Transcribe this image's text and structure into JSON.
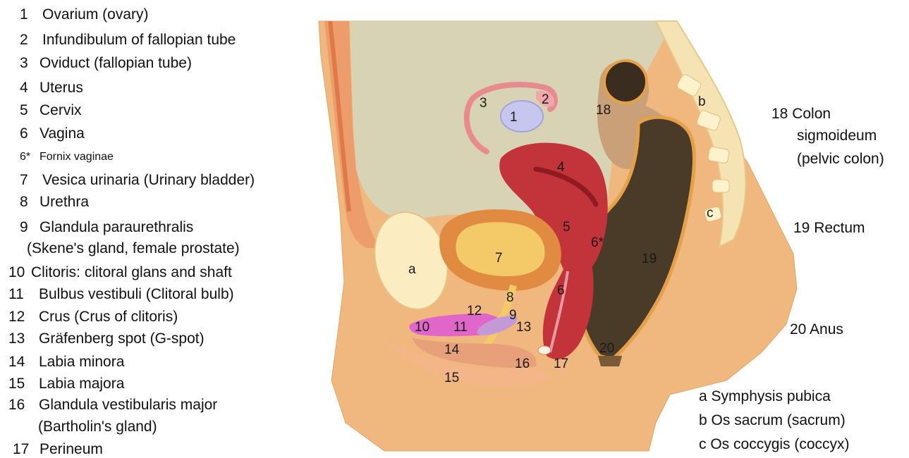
{
  "legend": [
    {
      "num": "1",
      "text": "Ovarium (ovary)"
    },
    {
      "num": "2",
      "text": "Infundibulum of fallopian tube"
    },
    {
      "num": "3",
      "text": "Oviduct (fallopian tube)"
    },
    {
      "num": "4",
      "text": "Uterus"
    },
    {
      "num": "5",
      "text": "Cervix"
    },
    {
      "num": "6",
      "text": "Vagina"
    },
    {
      "num": "6*",
      "text": "Fornix vaginae"
    },
    {
      "num": "7",
      "text": "Vesica urinaria (Urinary bladder)"
    },
    {
      "num": "8",
      "text": "Urethra"
    },
    {
      "num": "9",
      "text": "Glandula paraurethralis"
    },
    {
      "num": "",
      "text": "(Skene's gland, female prostate)"
    },
    {
      "num": "10",
      "text": "Clitoris: clitoral glans and shaft"
    },
    {
      "num": "11",
      "text": "Bulbus vestibuli (Clitoral bulb)"
    },
    {
      "num": "12",
      "text": "Crus (Crus of clitoris)"
    },
    {
      "num": "13",
      "text": "Gräfenberg spot (G-spot)"
    },
    {
      "num": "14",
      "text": "Labia minora"
    },
    {
      "num": "15",
      "text": "Labia majora"
    },
    {
      "num": "16",
      "text": "Glandula vestibularis major"
    },
    {
      "num": "",
      "text": "(Bartholin's gland)"
    },
    {
      "num": "17",
      "text": "Perineum"
    }
  ],
  "right_legend": {
    "r18_num": "18",
    "r18_line1": "Colon",
    "r18_line2": "sigmoideum",
    "r18_line3": "(pelvic colon)",
    "r19": "19 Rectum",
    "r20": "20 Anus"
  },
  "bones_legend": [
    {
      "letter": "a",
      "text": "Symphysis pubica"
    },
    {
      "letter": "b",
      "text": "Os sacrum (sacrum)"
    },
    {
      "letter": "c",
      "text": "Os coccygis (coccyx)"
    }
  ],
  "diagram_labels": {
    "l1": "1",
    "l2": "2",
    "l3": "3",
    "l4": "4",
    "l5": "5",
    "l6": "6",
    "l6s": "6*",
    "l7": "7",
    "l8": "8",
    "l9": "9",
    "l10": "10",
    "l11": "11",
    "l12": "12",
    "l13": "13",
    "l14": "14",
    "l15": "15",
    "l16": "16",
    "l17": "17",
    "l18": "18",
    "l19": "19",
    "l20": "20",
    "la": "a",
    "lb": "b",
    "lc": "c"
  }
}
